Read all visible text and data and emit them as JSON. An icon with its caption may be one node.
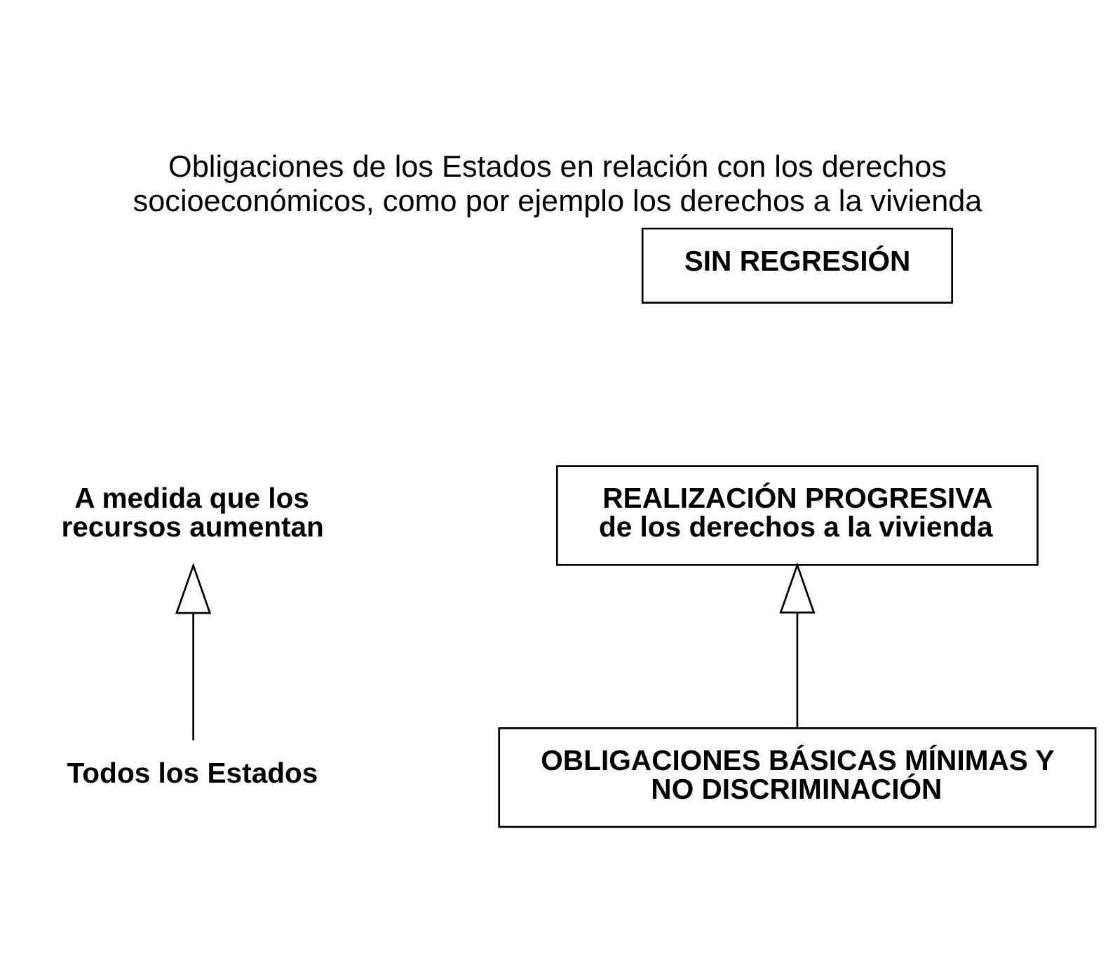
{
  "diagram": {
    "title": "Obligaciones de los Estados en relación con los derechos socioeconómicos, como por ejemplo los derechos a la vivienda",
    "nodes": [
      {
        "text": [
          "Todos los Estados"
        ]
      },
      {
        "text": [
          "A medida que los recursos aumentan"
        ]
      },
      {
        "text": [
          "OBLIGACIONES BÁSICAS MÍNIMAS Y NO DISCRIMINACIÓN"
        ]
      },
      {
        "text": [
          "REALIZACIÓN PROGRESIVA",
          "de los derechos a la vivienda"
        ]
      },
      {
        "text": [
          "SIN REGRESIÓN"
        ]
      }
    ],
    "edges": [
      {
        "from": 0,
        "to": 1,
        "arrow": "to"
      },
      {
        "from": 2,
        "to": 3,
        "arrow": "to"
      }
    ]
  }
}
